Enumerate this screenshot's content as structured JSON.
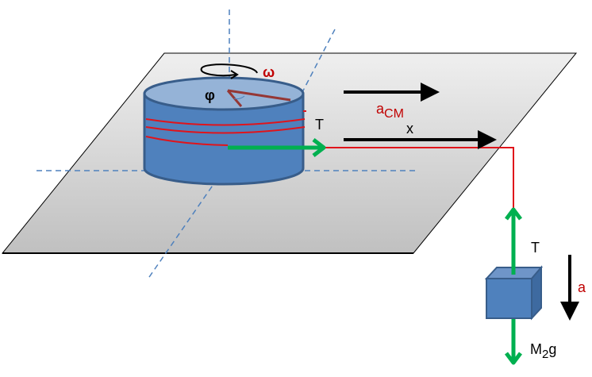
{
  "diagram": {
    "description": "Cylinder with string wound around it on a horizontal plane, string over edge to hanging mass",
    "labels": {
      "omega": "ω",
      "phi": "φ",
      "a_cm_main": "a",
      "a_cm_sub": "CM",
      "x": "x",
      "tension_cylinder": "T",
      "tension_mass": "T",
      "acceleration_mass": "a",
      "weight_main": "M",
      "weight_sub": "2",
      "weight_suffix": "g"
    },
    "colors": {
      "plane_top": "#efefef",
      "plane_bottom": "#c0c0c0",
      "cylinder_body": "#4f81bd",
      "cylinder_top": "#95b3d7",
      "cylinder_edge": "#385d8a",
      "axis_dashed": "#4f81bd",
      "string": "#e0141b",
      "force_arrow": "#00b050",
      "vector_arrow": "#000000",
      "label_red": "#c00000",
      "angle_lines": "#953735"
    }
  }
}
